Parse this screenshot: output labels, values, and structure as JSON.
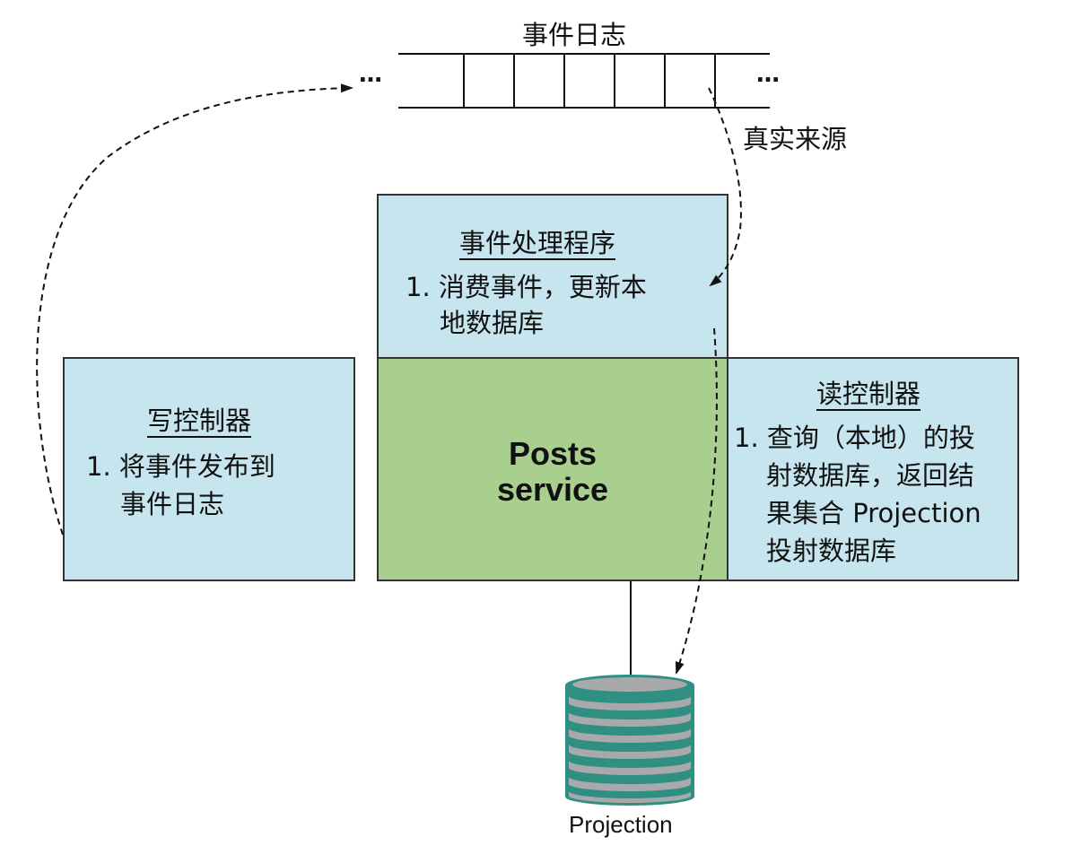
{
  "event_log": {
    "title": "事件日志",
    "ellipsis_left": "…",
    "ellipsis_right": "…",
    "source_of_truth": "真实来源"
  },
  "event_handler": {
    "title": "事件处理程序",
    "line1": "1. 消费事件，更新本",
    "line2": "地数据库"
  },
  "write_controller": {
    "title": "写控制器",
    "line1": "1. 将事件发布到",
    "line2": "事件日志"
  },
  "read_controller": {
    "title": "读控制器",
    "line1": "1. 查询（本地）的投",
    "line2": "射数据库，返回结",
    "line3": "果集合 Projection",
    "line4": "投射数据库"
  },
  "service": {
    "line1": "Posts",
    "line2": "service"
  },
  "database": {
    "label": "Projection"
  },
  "colors": {
    "box_blue": "#c6e5ee",
    "box_green": "#a9cf8e",
    "db_teal": "#2f8f83",
    "db_gray": "#a7a9ab"
  }
}
